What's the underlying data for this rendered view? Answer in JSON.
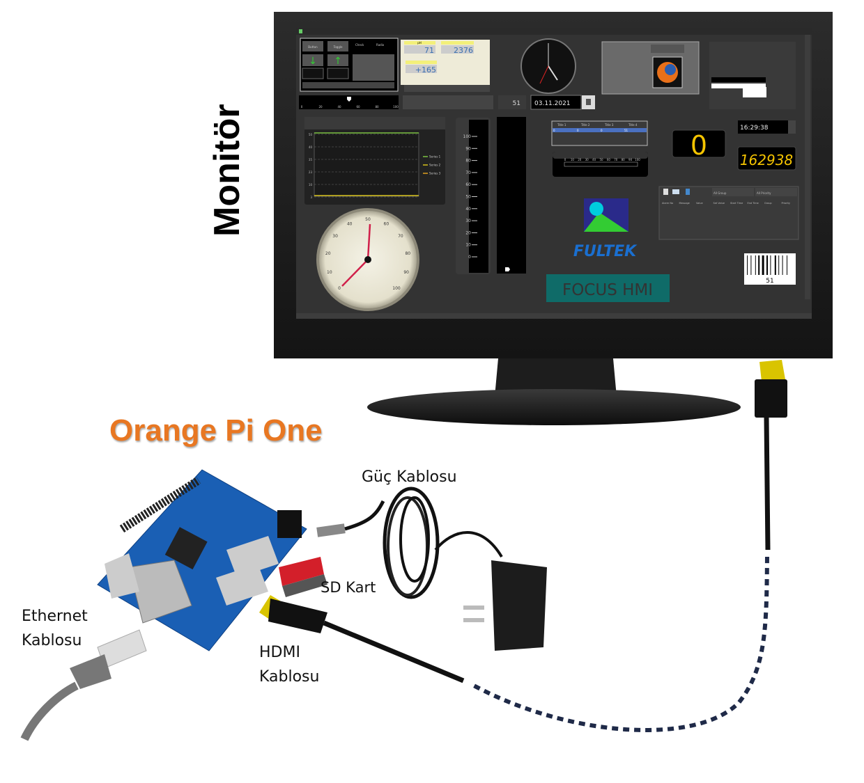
{
  "labels": {
    "monitor": "Monitör",
    "board": "Orange Pi One",
    "power_cable": "Güç Kablosu",
    "sd_card": "SD Kart",
    "ethernet_cable": "Ethernet\nKablosu",
    "hdmi_cable": "HDMI\nKablosu"
  },
  "hmi": {
    "buttons": {
      "button": "Button",
      "toggle": "Toggle",
      "check": "Check",
      "radio": "Radio"
    },
    "counters": {
      "ph_label": "pH",
      "ph_value": "71",
      "counter2_value": "2376",
      "counter3_value": "+165"
    },
    "slider_ticks": [
      "0",
      "20",
      "40",
      "60",
      "80",
      "100"
    ],
    "numeric_value": "51",
    "date_value": "03.11.2021",
    "chart": {
      "legend": [
        "Series 1",
        "Series 2",
        "Series 3"
      ],
      "y_ticks": [
        "50",
        "40",
        "35",
        "23",
        "10",
        "3"
      ],
      "series_colors": [
        "#7cc242",
        "#d6c21a",
        "#e0a020"
      ]
    },
    "gauge_ticks": [
      "0",
      "10",
      "20",
      "30",
      "40",
      "50",
      "60",
      "70",
      "80",
      "90",
      "100"
    ],
    "gauge_value": 0,
    "gauge_needle_value": 50,
    "linear_ticks": [
      "100",
      "90",
      "80",
      "70",
      "60",
      "50",
      "40",
      "30",
      "20",
      "10",
      "0"
    ],
    "table": {
      "headers": [
        "Title 1",
        "Title 2",
        "Title 3",
        "Title 4"
      ],
      "row": [
        "0",
        "0",
        "0",
        "51"
      ]
    },
    "ruler_ticks": [
      "0",
      "10",
      "20",
      "30",
      "40",
      "50",
      "60",
      "70",
      "80",
      "90",
      "100"
    ],
    "seven_seg": "0",
    "time_value": "16:29:38",
    "digital_clock": "162938",
    "alarm": {
      "group": "All Group",
      "priority": "All Priority",
      "headers": [
        "Alarm No",
        "Message",
        "Value",
        "Set Value",
        "Start Time",
        "End Time",
        "Group",
        "Priority"
      ]
    },
    "logo_text": "FULTEK",
    "focus_label": "FOCUS HMI",
    "barcode_value": "51",
    "accent_teal": "#0f6b68",
    "seg_yellow": "#f5c400"
  }
}
